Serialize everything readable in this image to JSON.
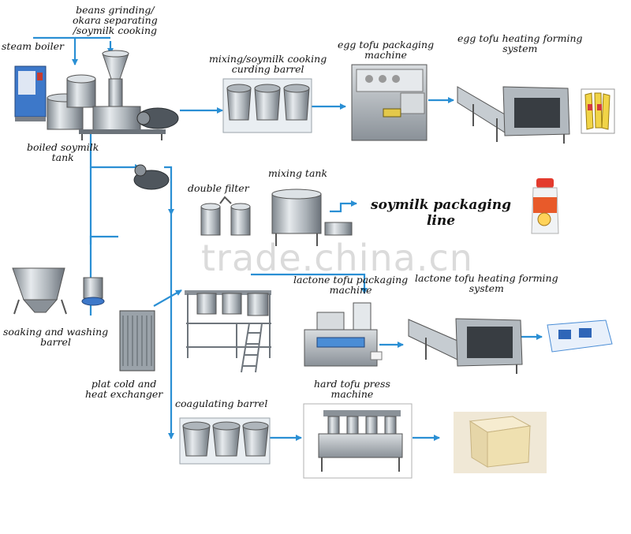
{
  "title": "",
  "labels": {
    "steam_boiler": "steam boiler",
    "beans_grinding": "beans grinding/\nokara separating\n/soymilk cooking",
    "mixing_cooking": "mixing/soymilk cooking\ncurding barrel",
    "egg_packaging": "egg tofu packaging\nmachine",
    "egg_heating": "egg tofu heating forming\nsystem",
    "boiled_tank": "boiled soymilk\ntank",
    "double_filter": "double filter",
    "mixing_tank": "mixing tank",
    "soymilk_line": "soymilk packaging\nline",
    "lactone_packaging": "lactone tofu packaging\nmachine",
    "lactone_heating": "lactone tofu heating forming\nsystem",
    "soaking": "soaking and washing\nbarrel",
    "plate_exchanger": "plat cold and\nheat exchanger",
    "coagulating": "coagulating barrel",
    "hard_press": "hard tofu press\nmachine"
  },
  "watermark": "trade.china.cn",
  "colors": {
    "flow": "#2a8fd4",
    "steel": "#b8bec4",
    "steel_dark": "#6e757c",
    "tofu": "#efe0b0",
    "machine_blue": "#2f66b8"
  }
}
